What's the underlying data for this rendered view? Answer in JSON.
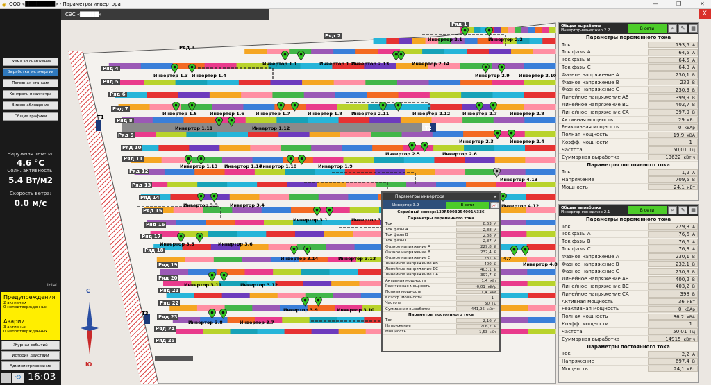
{
  "window": {
    "title": "ООО «████████» - Параметры инвертора",
    "min": "—",
    "max": "❐",
    "close": "✕"
  },
  "map": {
    "tab": "СЭС «█████»",
    "t1": "T1",
    "t2": "T2",
    "t3": "T3",
    "north": "С",
    "south": "Ю",
    "close": "X"
  },
  "nav": [
    "Схема эл.снабжения",
    "Выработка эл. энергии",
    "Погодная станция",
    "Контроль периметра",
    "Видеонаблюдение",
    "Общие графики"
  ],
  "weather": {
    "temp_label": "Наружная тем-ра:",
    "temp": "4.6 °C",
    "sun_label": "Солн. активность:",
    "sun": "5.4 Вт/м2",
    "wind_label": "Скорость ветра:",
    "wind": "0.0 м/с"
  },
  "alarms": {
    "total": "total",
    "warn": {
      "title": "Предупреждения",
      "l1": "2 активных",
      "l2": "0 неподтвержденных"
    },
    "alarm": {
      "title": "Аварии",
      "l1": "3 активных",
      "l2": "0 неподтвержденных"
    }
  },
  "bottom": [
    "Журнал событий",
    "История действий",
    "Администрирование"
  ],
  "clock": "16:03",
  "rows": [
    "Ряд 1",
    "Ряд 2",
    "Ряд 3",
    "Ряд 4",
    "Ряд 5",
    "Ряд 6",
    "Ряд 7",
    "Ряд 8",
    "Ряд 9",
    "Ряд 10",
    "Ряд 11",
    "Ряд 12",
    "Ряд 13",
    "Ряд 14",
    "Ряд 15",
    "Ряд 16",
    "Ряд 17",
    "Ряд 18",
    "Ряд 19",
    "Ряд 20",
    "Ряд 21",
    "Ряд 22",
    "Ряд 23",
    "Ряд 24",
    "Ряд 25"
  ],
  "inverters": [
    "Инвертор 2.1",
    "Инвертор 2.2",
    "Инвертор 1.1",
    "Инвертор 1.2",
    "Инвертор 2.13",
    "Инвертор 2.14",
    "Инвертор 1.3",
    "Инвертор 1.4",
    "Инвертор 2.9",
    "Инвертор 2.10",
    "Инвертор 1.5",
    "Инвертор 1.6",
    "Инвертор 1.7",
    "Инвертор 1.8",
    "Инвертор 2.11",
    "Инвертор 2.12",
    "Инвертор 2.7",
    "Инвертор 2.8",
    "Инвертор 1.11",
    "Инвертор 1.12",
    "Инвертор 2.3",
    "Инвертор 2.4",
    "Инвертор 2.5",
    "Инвертор 2.6",
    "Инвертор 1.13",
    "Инвертор 1.14",
    "Инвертор 1.10",
    "Инвертор 1.9",
    "Инвертор 4.13",
    "Инвертор 3.3",
    "Инвертор 3.4",
    "Инвертор 3.1",
    "Инвертор 3.2",
    "Инвертор 4.12",
    "Инвертор 3.5",
    "Инвертор 3.6",
    "Инвертор 3.14",
    "Инвертор 3.13",
    "4.7",
    "Инвертор 4.8",
    "Инвертор 3.11",
    "Инвертор 3.12",
    "Инвертор 3.9",
    "Инвертор 3.10",
    "Инвертор 3.8",
    "Инвертор 3.7"
  ],
  "panel1": {
    "head1": "Общая выработка",
    "head2": "Инвертор-менеджер 2.2",
    "status": "В сети",
    "ac_title": "Параметры переменного тока",
    "ac": [
      [
        "Ток",
        "193,5",
        "А"
      ],
      [
        "Ток фазы А",
        "64,5",
        "А"
      ],
      [
        "Ток фазы В",
        "64,5",
        "А"
      ],
      [
        "Ток фазы С",
        "64,3",
        "А"
      ],
      [
        "Фазное напряжение А",
        "230,1",
        "В"
      ],
      [
        "Фазное напряжение В",
        "232",
        "В"
      ],
      [
        "Фазное напряжение С",
        "230,9",
        "В"
      ],
      [
        "Линейное напряжение АВ",
        "399,9",
        "В"
      ],
      [
        "Линейное напряжение ВС",
        "402,7",
        "В"
      ],
      [
        "Линейное напряжение СА",
        "397,9",
        "В"
      ],
      [
        "Активная мощность",
        "29",
        "кВт"
      ],
      [
        "Реактивная мощность",
        "0",
        "кВАр"
      ],
      [
        "Полная мощность",
        "19,9",
        "кВА"
      ],
      [
        "Коэфф. мощности",
        "1",
        ""
      ],
      [
        "Частота",
        "50,01",
        "Гц"
      ],
      [
        "Суммарная выработка",
        "13622",
        "кВт·ч"
      ]
    ],
    "dc_title": "Параметры постоянного тока",
    "dc": [
      [
        "Ток",
        "1,2",
        "А"
      ],
      [
        "Напряжение",
        "709,5",
        "В"
      ],
      [
        "Мощность",
        "24,1",
        "кВт"
      ]
    ]
  },
  "panel2": {
    "head1": "Общая выработка",
    "head2": "Инвертор-менеджер 2.1",
    "status": "В сети",
    "ac_title": "Параметры переменного тока",
    "ac": [
      [
        "Ток",
        "229,3",
        "А"
      ],
      [
        "Ток фазы А",
        "76,6",
        "А"
      ],
      [
        "Ток фазы В",
        "76,6",
        "А"
      ],
      [
        "Ток фазы С",
        "76,3",
        "А"
      ],
      [
        "Фазное напряжение А",
        "230,1",
        "В"
      ],
      [
        "Фазное напряжение В",
        "232,1",
        "В"
      ],
      [
        "Фазное напряжение С",
        "230,9",
        "В"
      ],
      [
        "Линейное напряжение АВ",
        "400,2",
        "В"
      ],
      [
        "Линейное напряжение ВС",
        "403,2",
        "В"
      ],
      [
        "Линейное напряжение СА",
        "398",
        "В"
      ],
      [
        "Активная мощность",
        "36",
        "кВт"
      ],
      [
        "Реактивная мощность",
        "0",
        "кВАр"
      ],
      [
        "Полная мощность",
        "36,2",
        "кВА"
      ],
      [
        "Коэфф. мощности",
        "1",
        ""
      ],
      [
        "Частота",
        "50,01",
        "Гц"
      ],
      [
        "Суммарная выработка",
        "14915",
        "кВт·ч"
      ]
    ],
    "dc_title": "Параметры постоянного тока",
    "dc": [
      [
        "Ток",
        "2,2",
        "А"
      ],
      [
        "Напряжение",
        "697,4",
        "В"
      ],
      [
        "Мощность",
        "24,1",
        "кВт"
      ]
    ]
  },
  "popup": {
    "title": "Параметры инвертора",
    "inv": "Инвертор 3.9",
    "status": "В сети",
    "serial": "Серийный номер:139F5003254001N336",
    "ac_title": "Параметры переменного тока",
    "ac": [
      [
        "Ток",
        "8,63",
        "А"
      ],
      [
        "Ток фазы А",
        "2,88",
        "А"
      ],
      [
        "Ток фазы В",
        "2,88",
        "А"
      ],
      [
        "Ток фазы С",
        "2,87",
        "А"
      ],
      [
        "Фазное напряжение А",
        "229,8",
        "В"
      ],
      [
        "Фазное напряжение В",
        "232,4",
        "В"
      ],
      [
        "Фазное напряжение С",
        "231",
        "В"
      ],
      [
        "Линейное напряжение АВ",
        "400",
        "В"
      ],
      [
        "Линейное напряжение ВС",
        "403,1",
        "В"
      ],
      [
        "Линейное напряжение СА",
        "397,7",
        "В"
      ],
      [
        "Активная мощность",
        "1,4",
        "кВт"
      ],
      [
        "Реактивная мощность",
        "-0,01",
        "кВАр"
      ],
      [
        "Полная мощность",
        "1,4",
        "кВА"
      ],
      [
        "Коэфф. мощности",
        "1",
        ""
      ],
      [
        "Частота",
        "50",
        "Гц"
      ],
      [
        "Суммарная выработка",
        "441,95",
        "кВт·ч"
      ]
    ],
    "dc_title": "Параметры постоянного тока",
    "dc": [
      [
        "Ток",
        "2,16",
        "А"
      ],
      [
        "Напряжение",
        "706,2",
        "В"
      ],
      [
        "Мощность",
        "1,53",
        "кВт"
      ]
    ]
  },
  "colors": {
    "accent": "#2f79bd",
    "online": "#4dcc2a",
    "warn": "#ffee00",
    "close": "#d9302a"
  }
}
